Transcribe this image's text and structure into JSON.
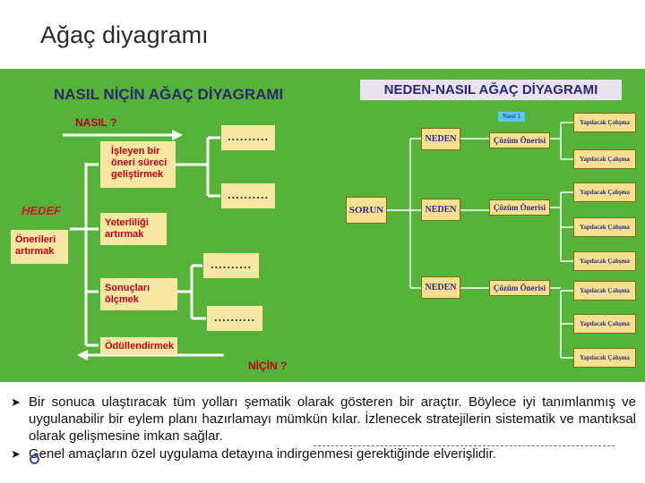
{
  "page": {
    "title": "Ağaç diyagramı"
  },
  "left_diagram": {
    "title": "NASIL NİÇİN AĞAÇ DİYAGRAMI",
    "nasil": "NASIL ?",
    "nicin": "NİÇİN ?",
    "hedef": "HEDEF",
    "root": "Önerileri artırmak",
    "branches": [
      {
        "label": "İşleyen bir öneri süreci geliştirmek"
      },
      {
        "label": "Yeterliliği artırmak"
      },
      {
        "label": "Sonuçları ölçmek"
      },
      {
        "label": "Ödüllendirmek"
      }
    ],
    "placeholder": ".........."
  },
  "right_diagram": {
    "title": "NEDEN-NASIL AĞAÇ DİYAGRAMI",
    "note": "Nasıl 1",
    "root": "SORUN",
    "neden": "NEDEN",
    "cozum": "Çözüm Önerisi",
    "leaf": "Yapılacak Çalışma"
  },
  "bullets": [
    "Bir sonuca ulaştıracak tüm yolları şematik olarak gösteren bir araçtır. Böylece iyi tanımlanmış ve uygulanabilir bir eylem planı hazırlamayı mümkün kılar. İzlenecek stratejilerin sistematik ve mantıksal olarak gelişmesine imkan sağlar.",
    "Genel amaçların özel uygulama detayına indirgenmesi gerektiğinde elverişlidir."
  ]
}
